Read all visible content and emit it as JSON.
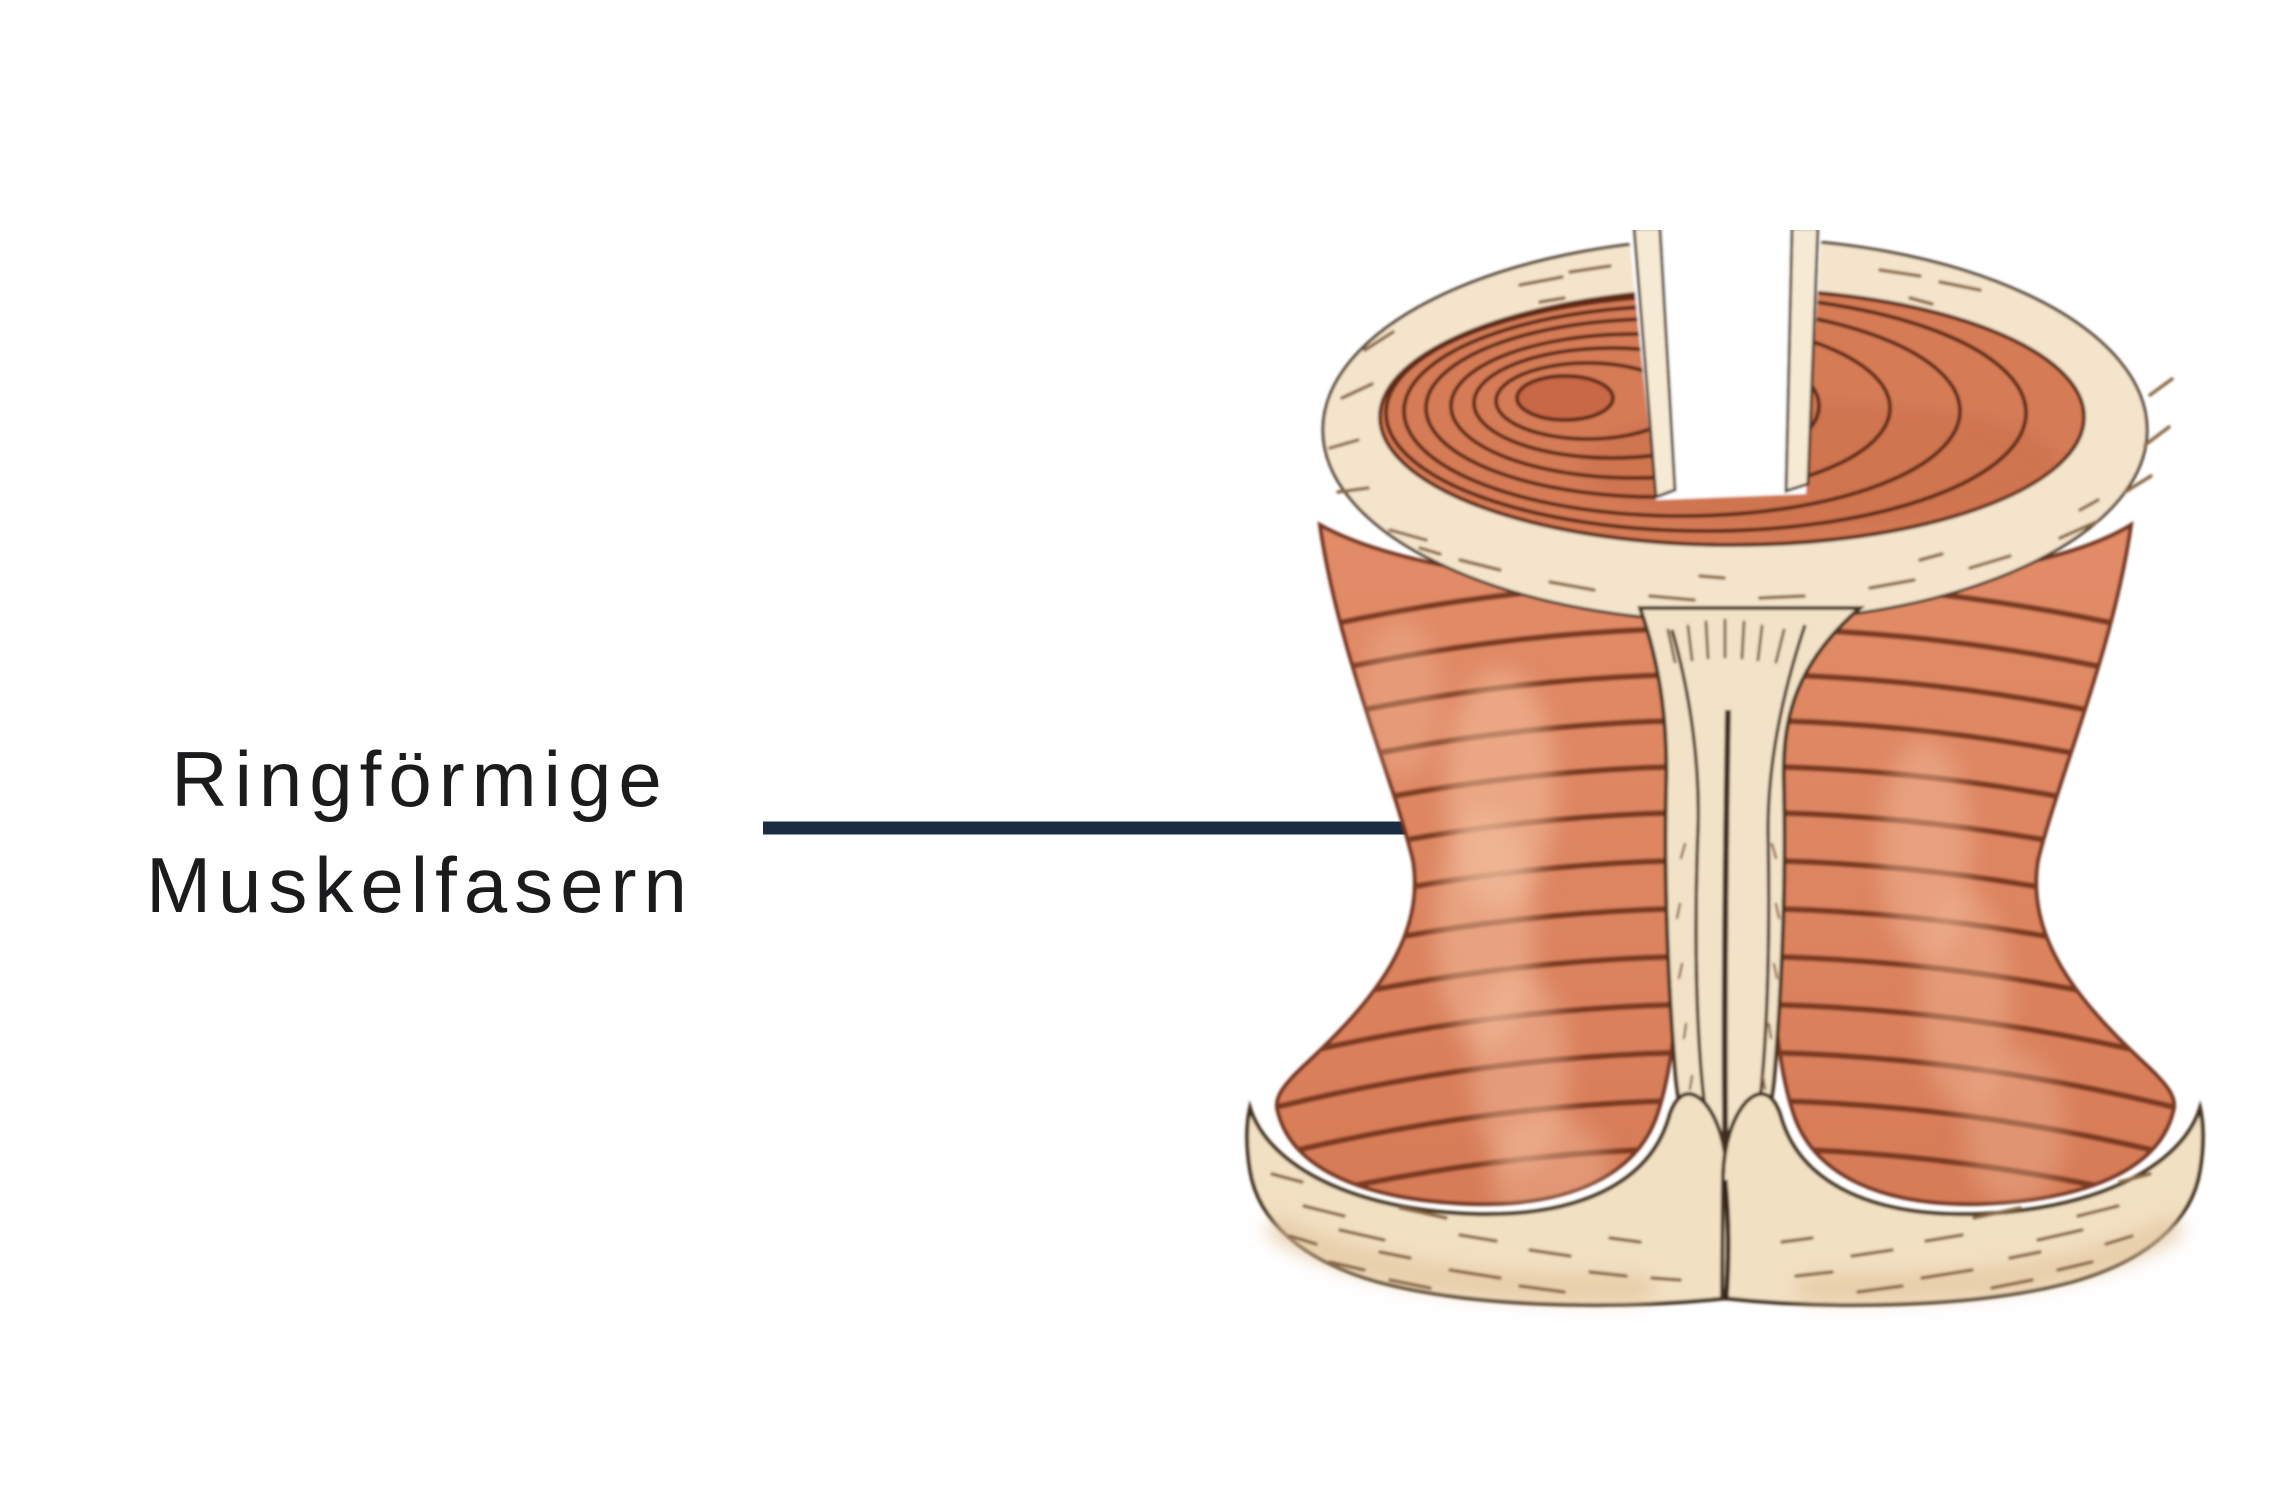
{
  "label": {
    "line1": "Ringförmige",
    "line2": "Muskelfasern",
    "text_color": "#1b1b1d"
  },
  "leader": {
    "color": "#1a2c42"
  },
  "illustration": {
    "alt": "Ring-shaped sphincter muscle cross-section: spool-shaped muscle with circular fiber rings, open top showing concentric rings with a notch, central cleft and cream connective-tissue base lobes",
    "colors": {
      "muscle": "#df8963",
      "muscle_deep": "#d57c57",
      "muscle_ring_line": "#7c3a21",
      "inner_ring_line": "#5e2a15",
      "highlight": "#f4c1a1",
      "tissue_cream": "#f3e3ca",
      "tissue_shade": "#e2c49c",
      "tissue_dash": "#8a6745",
      "outline": "#46331f",
      "background": "#ffffff"
    }
  }
}
